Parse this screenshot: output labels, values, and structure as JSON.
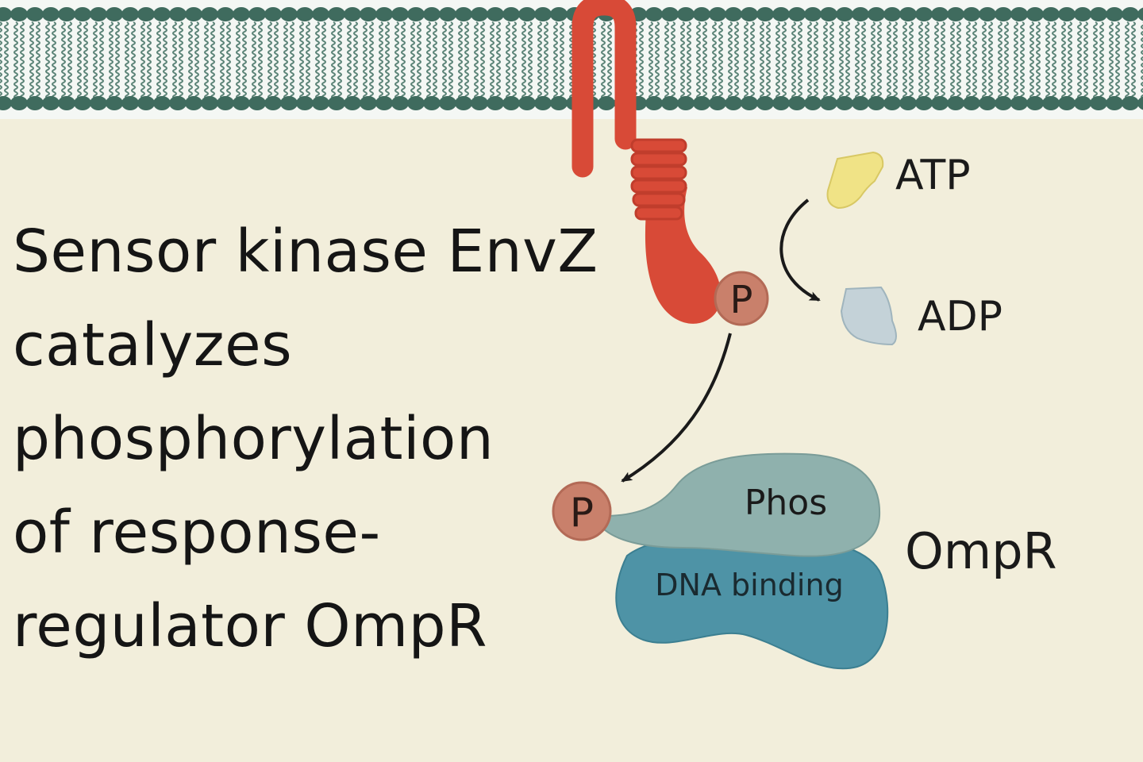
{
  "caption": {
    "lines": [
      "Sensor kinase EnvZ",
      "catalyzes",
      "phosphorylation",
      "of response-",
      "regulator OmpR"
    ]
  },
  "labels": {
    "atp": "ATP",
    "adp": "ADP",
    "phosphate_kinase": "P",
    "phosphate_regulator": "P",
    "phos_domain": "Phos",
    "dna_domain": "DNA binding",
    "ompr": "OmpR"
  },
  "colors": {
    "background": "#f2eedb",
    "membrane_head": "#3f6b5e",
    "envz": "#d84a37",
    "phosphate": "#c9806b",
    "atp": "#f0e386",
    "adp": "#c4d2d8",
    "phos_domain": "#8fb1ad",
    "dna_domain": "#4e93a6"
  }
}
